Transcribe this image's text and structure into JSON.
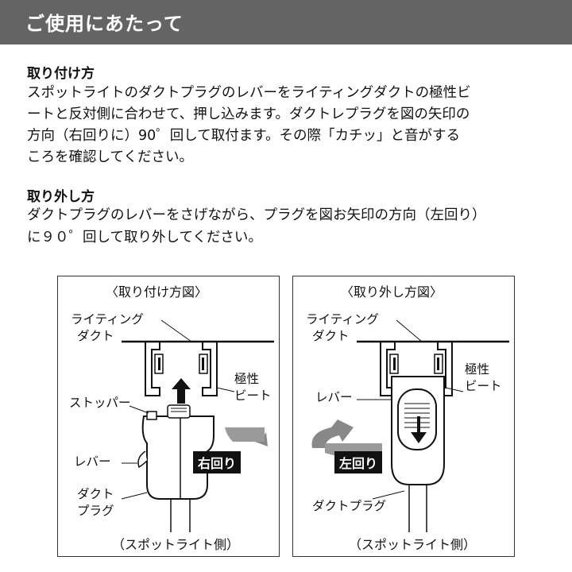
{
  "header": {
    "title": "ご使用にあたって"
  },
  "attach": {
    "heading": "取り付け方",
    "lines": [
      "スポットライトのダクトプラグのレバーをライティングダクトの極性ビ",
      "ートと反対側に合わせて、押し込みます。ダクトレプラグを図の矢印の",
      "方向（右回りに）90゜回して取付ます。その際「カチッ」と音がする",
      "ころを確認してください。"
    ]
  },
  "remove": {
    "heading": "取り外し方",
    "lines": [
      "ダクトプラグのレバーをさげながら、プラグを図お矢印の方向（左回り）",
      "に９０゜回して取り外してください。"
    ]
  },
  "diagram_attach": {
    "caption": "〈取り付け方図〉",
    "label_duct": [
      "ライティング",
      "ダクト"
    ],
    "label_polarity": [
      "極性",
      "ビート"
    ],
    "label_stopper": "ストッパー",
    "label_lever": "レバー",
    "label_plug": [
      "ダクト",
      "プラグ"
    ],
    "rotation": "右回り",
    "footer": "（スポットライト側）"
  },
  "diagram_remove": {
    "caption": "〈取り外し方図〉",
    "label_duct": [
      "ライティング",
      "ダクト"
    ],
    "label_polarity": [
      "極性",
      "ビート"
    ],
    "label_lever": "レバー",
    "label_plug": "ダクトプラグ",
    "rotation": "左回り",
    "footer": "（スポットライト側）"
  }
}
